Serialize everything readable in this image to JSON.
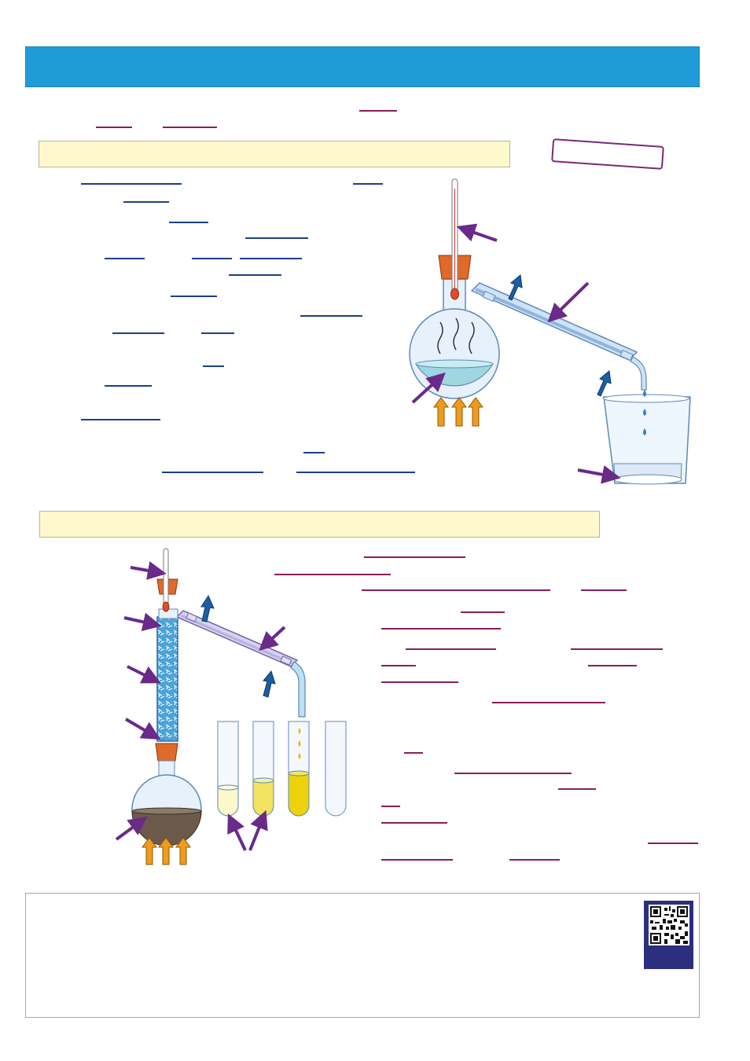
{
  "page": {
    "title": "",
    "intro": "",
    "section1_heading": "",
    "section2_heading": "",
    "stamp_text": "",
    "footer_text": "",
    "qr_label": ""
  },
  "colors": {
    "title_bar": "#1f9bd8",
    "section_bar": "#fef9cc",
    "blank_blue": "#1c3f8f",
    "blank_purple": "#8a1d5a",
    "arrow_purple": "#6a2a8a",
    "arrow_orange": "#f19b1c",
    "arrow_blue": "#1a5fa3",
    "qr_panel": "#2b2f7e"
  },
  "icons": {
    "pointer_arrow": "pointer-arrow-icon",
    "heat_arrow": "heat-arrow-icon",
    "water_flow_arrow": "water-flow-arrow-icon",
    "qr_code": "qr-code-icon"
  },
  "diagrams": {
    "simple_distillation": {
      "blank_label_count": 0,
      "heat_arrows": 3,
      "drops_in_beaker": 3
    },
    "fractional_distillation": {
      "test_tubes": 4,
      "heat_arrows": 3
    }
  }
}
